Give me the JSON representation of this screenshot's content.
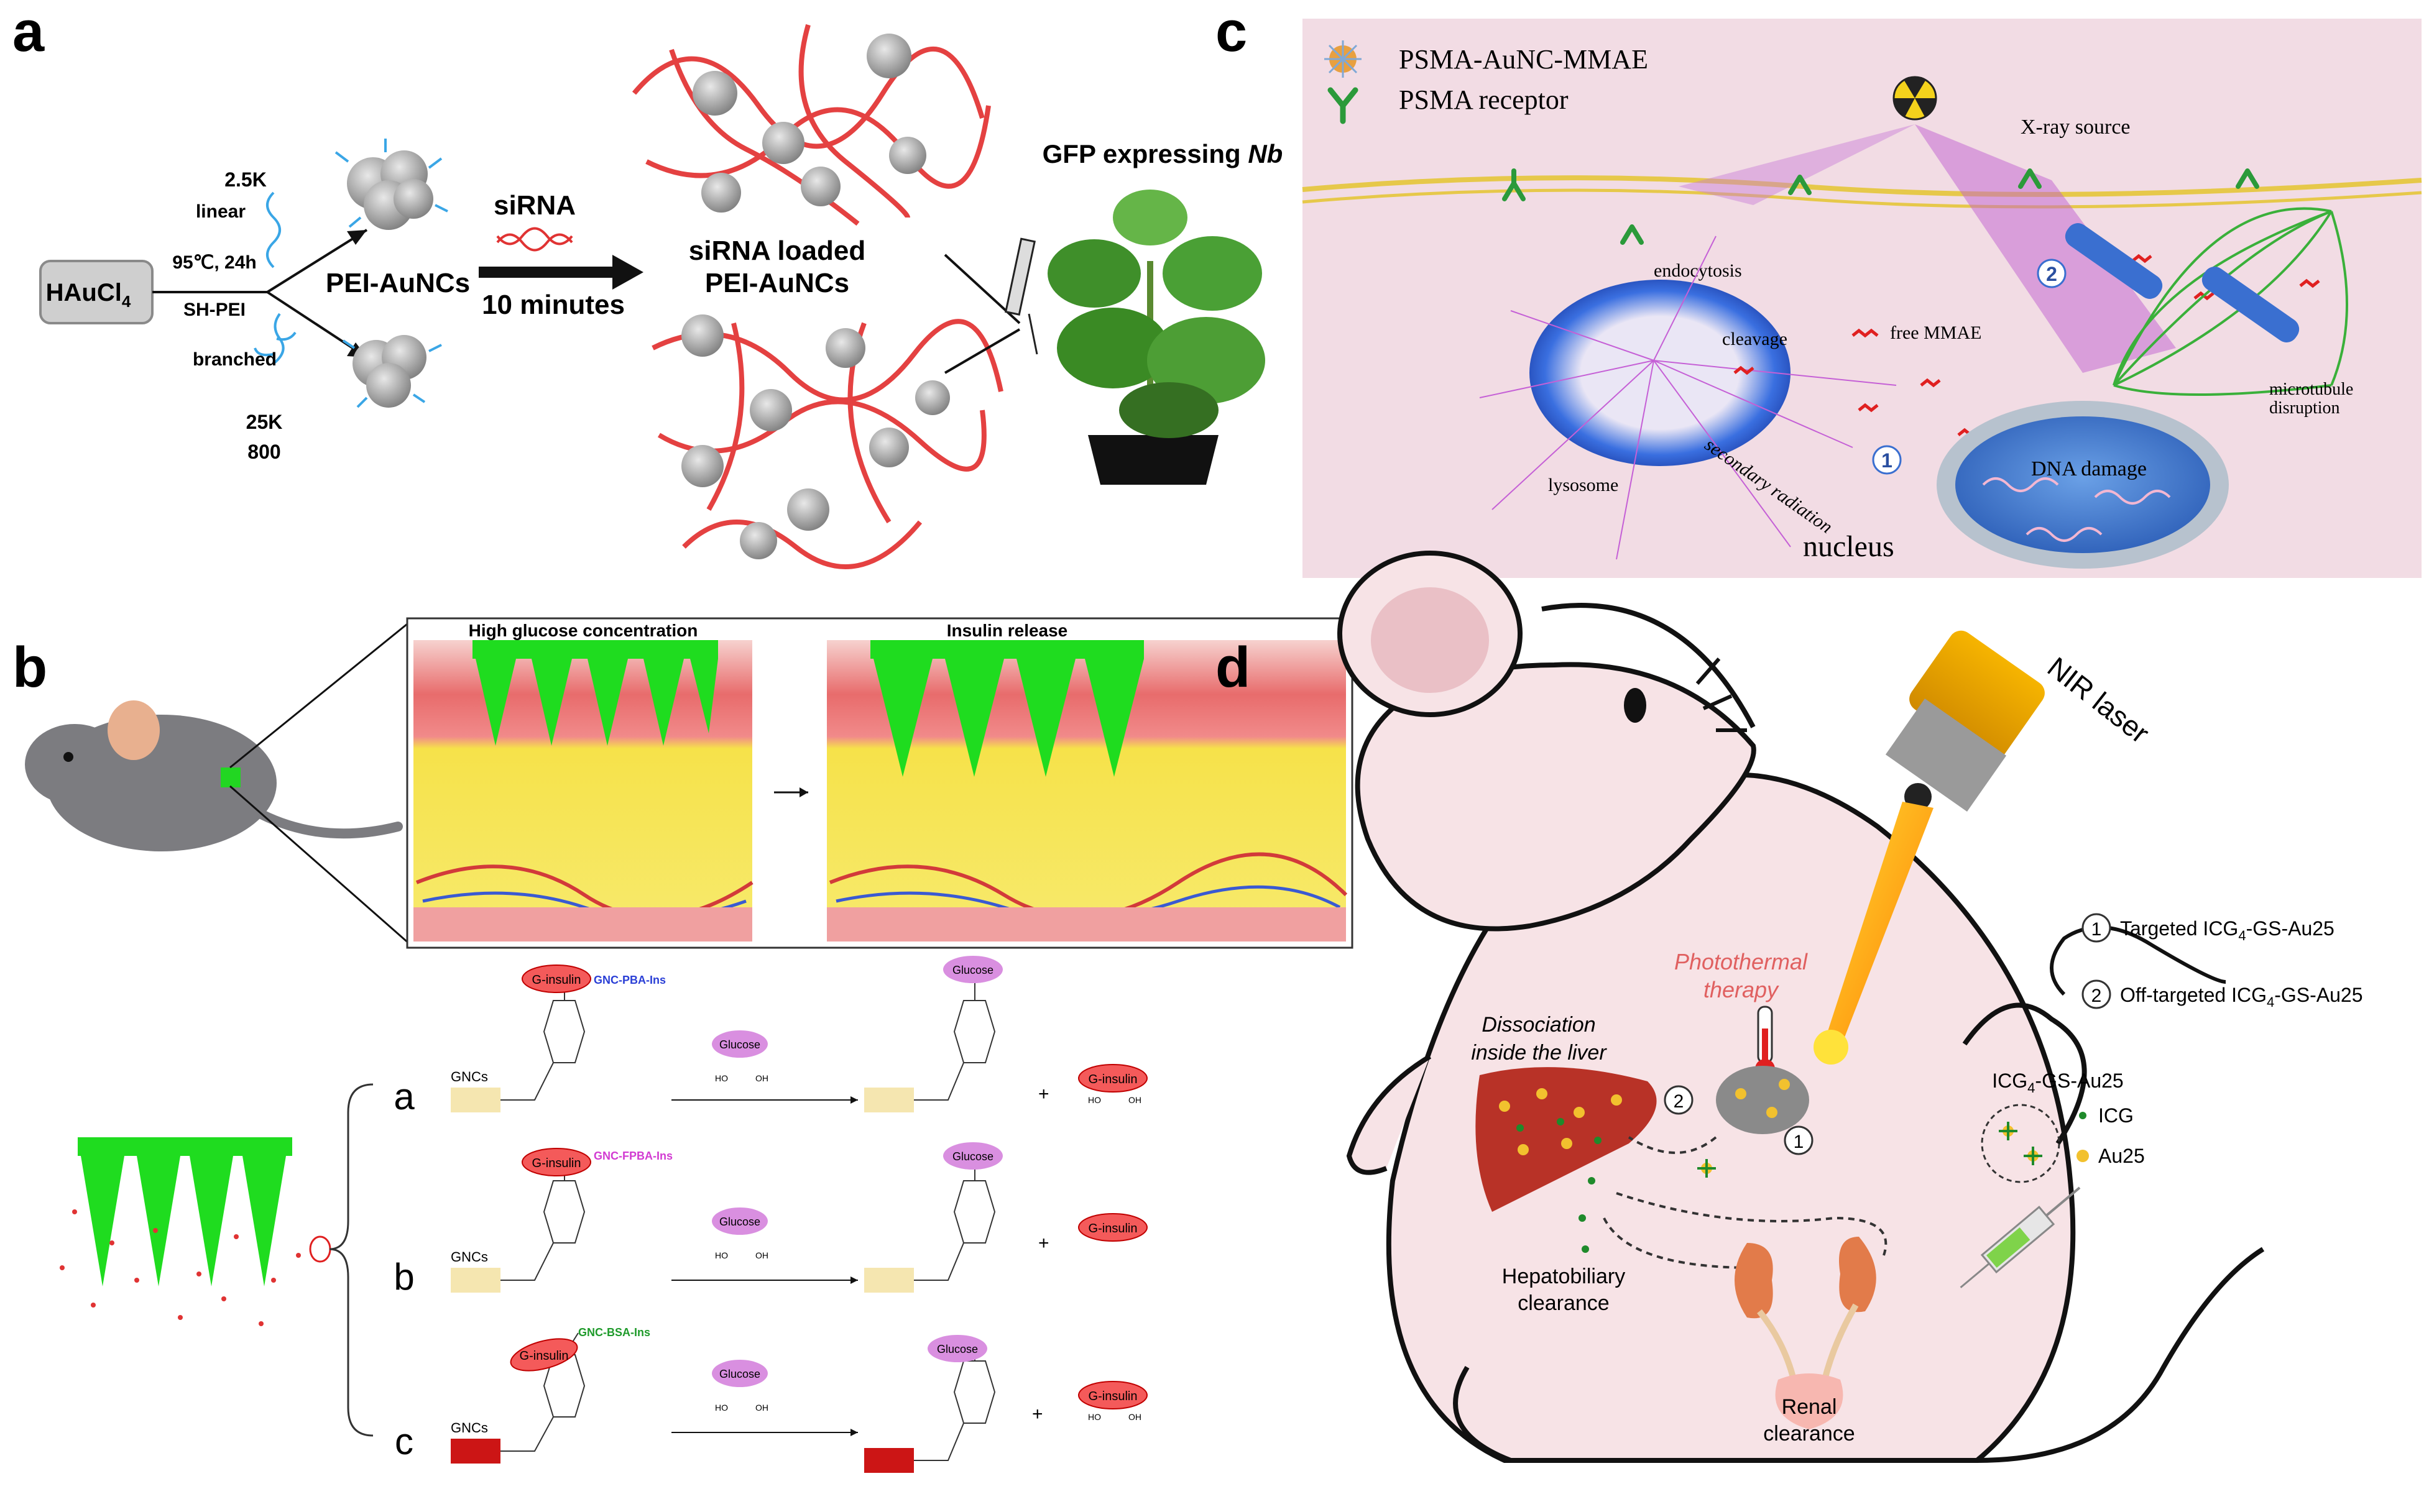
{
  "panel_letters": {
    "a": "a",
    "b": "b",
    "c": "c",
    "d": "d"
  },
  "panel_a": {
    "precursor": "HAuCl",
    "precursor_sub": "4",
    "conditions_temp": "95℃, 24h",
    "conditions_reagent": "SH-PEI",
    "mw_linear": "2.5K",
    "type_linear": "linear",
    "type_branched": "branched",
    "mw_branched_1": "25K",
    "mw_branched_2": "800",
    "product": "PEI-AuNCs",
    "sirna": "siRNA",
    "time": "10 minutes",
    "loaded_1": "siRNA loaded",
    "loaded_2": "PEI-AuNCs",
    "plant_title": "GFP expressing ",
    "plant_species": "Nb"
  },
  "panel_b": {
    "header_left": "High glucose concentration",
    "header_right": "Insulin release",
    "row_letters": [
      "a",
      "b",
      "c"
    ],
    "gnc_label": "GNCs",
    "g_insulin": "G-insulin",
    "glucose": "Glucose",
    "ho": "HO",
    "oh": "OH",
    "plus": "+",
    "row_names": [
      "GNC-PBA-Ins",
      "GNC-FPBA-Ins",
      "GNC-BSA-Ins"
    ],
    "row_name_colors": [
      "#2a3fd6",
      "#d23bd2",
      "#1e9a2a"
    ]
  },
  "panel_c": {
    "legend_1": "PSMA-AuNC-MMAE",
    "legend_2": "PSMA receptor",
    "xray": "X-ray source",
    "endocytosis": "endocytosis",
    "cleavage": "cleavage",
    "free_mmae": "free MMAE",
    "lysosome": "lysosome",
    "secondary_radiation": "secondary radiation",
    "microtubule_1": "microtubule",
    "microtubule_2": "disruption",
    "dna_damage": "DNA damage",
    "nucleus": "nucleus",
    "step_1": "1",
    "step_2": "2"
  },
  "panel_d": {
    "laser": "NIR laser",
    "photothermal_1": "Photothermal",
    "photothermal_2": "therapy",
    "dissociation_1": "Dissociation",
    "dissociation_2": "inside the liver",
    "hepatobiliary_1": "Hepatobiliary",
    "hepatobiliary_2": "clearance",
    "renal_1": "Renal",
    "renal_2": "clearance",
    "route_1": "Targeted ICG",
    "route_1_tail": "-GS-Au25",
    "route_2": "Off-targeted ICG",
    "route_2_tail": "-GS-Au25",
    "sub4": "4",
    "injection_1": "ICG",
    "injection_1_tail": "-GS-Au25",
    "legend_icg": "ICG",
    "legend_au": "Au25",
    "step_1": "1",
    "step_2": "2",
    "colors": {
      "icg": "#1f8a2b",
      "au": "#f2c12e"
    }
  }
}
